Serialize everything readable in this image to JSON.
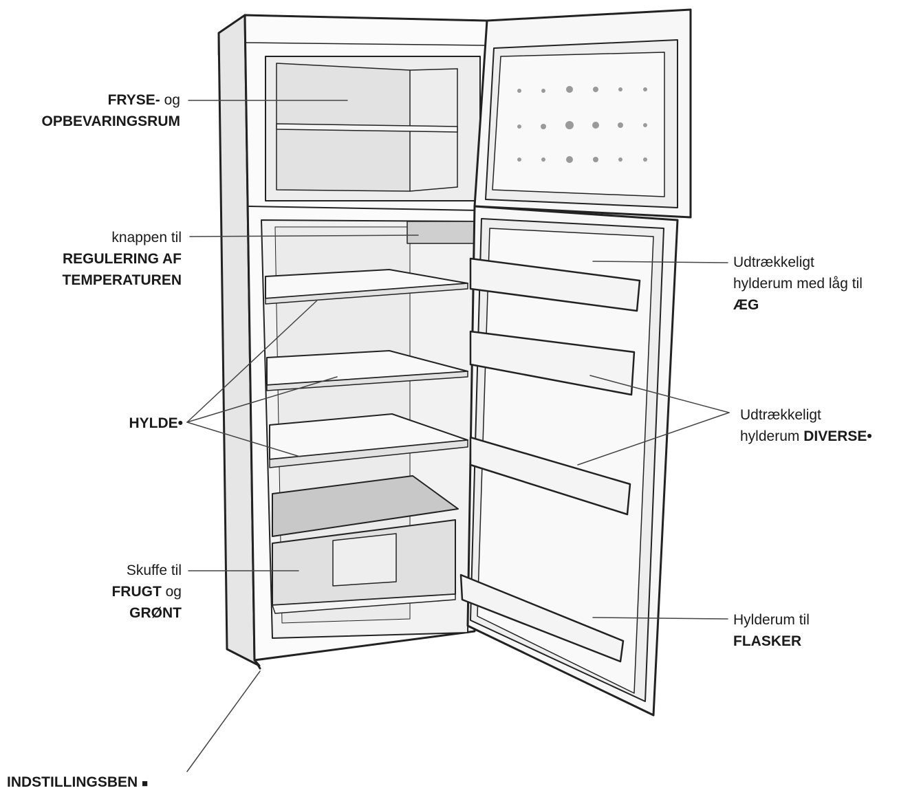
{
  "callouts": {
    "freezer": {
      "l1_bold": "FRYSE-",
      "l1_norm": " og",
      "l2": "OPBEVARINGSRUM"
    },
    "thermostat": {
      "l1": "knappen til",
      "l2": "REGULERING AF",
      "l3": "TEMPERATUREN"
    },
    "shelf": {
      "label": "HYLDE",
      "mark": "•"
    },
    "crisper": {
      "l1": "Skuffe til",
      "l2_bold": "FRUGT",
      "l2_norm": " og",
      "l3": "GRØNT"
    },
    "feet": {
      "label": "INDSTILLINGSBEN",
      "mark": "■"
    },
    "egg": {
      "l1": "Udtrækkeligt",
      "l2": "hylderum med låg til",
      "l3": "ÆG"
    },
    "misc": {
      "l1": "Udtrækkeligt",
      "l2_norm": "hylderum ",
      "l2_bold": "DIVERSE",
      "mark": "•"
    },
    "bottles": {
      "l1": "Hylderum til",
      "l2": "FLASKER"
    }
  }
}
